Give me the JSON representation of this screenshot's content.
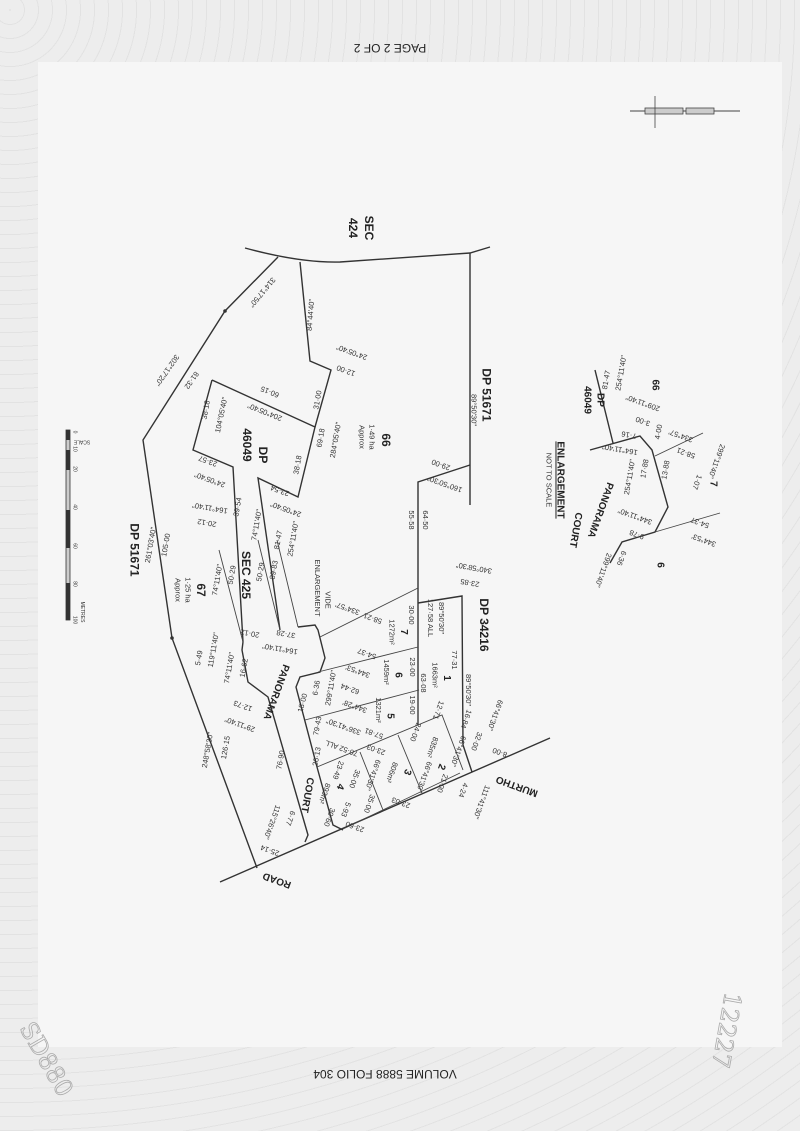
{
  "header": {
    "page": "PAGE 2 OF 2",
    "footer": "VOLUME 5888  FOLIO 304"
  },
  "handwriting": {
    "number": "12227",
    "stamp": "SD880"
  },
  "scale": {
    "title": "SCALE",
    "unit": "METRES",
    "ticks": [
      "0",
      "10",
      "20",
      "40",
      "60",
      "80",
      "100"
    ]
  },
  "labels": {
    "sec424a": "SEC",
    "sec424b": "424",
    "dp51671": "DP 51671",
    "dp51671b": "DP 51671",
    "dp46049a": "DP",
    "dp46049b": "46049",
    "sec425": "SEC 425",
    "dp34216": "DP 34216",
    "lot66": "66",
    "lot66area": "1·49 ha",
    "lot66approx": "Approx",
    "lot67": "67",
    "lot67area": "1·25 ha",
    "lot67approx": "Approx",
    "lot7": "7",
    "lot7area": "1272m²",
    "lot6": "6",
    "lot6area": "1459m²",
    "lot5": "5",
    "lot5area": "1321m²",
    "lot1": "1",
    "lot1area": "1663m²",
    "lot2": "2",
    "lot2area": "835m²",
    "lot3": "3",
    "lot3area": "806m²",
    "lot4": "4",
    "lot4area": "893m²",
    "panorama": "PANORAMA",
    "court": "COURT",
    "road": "ROAD",
    "murtho": "MURTHO",
    "vide": "VIDE",
    "enl": "ENLARGEMENT"
  },
  "dims": [
    "89°50'30\"",
    "60·15",
    "204°05'40\"",
    "104°05'40\"",
    "38·18",
    "84°44'40\"",
    "24°05'40\"",
    "12·00",
    "31·00",
    "284°05'40\"",
    "69·18",
    "38·18",
    "23·57",
    "24°05'40\"",
    "23·54",
    "24°05'40\"",
    "39·54",
    "74°11'40\"",
    "254°11'40\"",
    "81·47",
    "89·83",
    "50·29",
    "50·29",
    "74°11'40\"",
    "164°11'40\"",
    "20·12",
    "105·00",
    "261°03'40\"",
    "302°17'20\"",
    "81·32",
    "314°17'50\"",
    "160°50'30\"",
    "29·00",
    "64·50",
    "55·58",
    "20·12",
    "37·28",
    "164°11'40\"",
    "334°57'",
    "58·21",
    "30·00",
    "89°50'30\"",
    "127·58 ALL",
    "340°58'30\"",
    "23·85",
    "77·31",
    "63·08",
    "89°50'30\"",
    "54·37",
    "344°53'",
    "23·00",
    "299°11'40\"",
    "6·36",
    "18·00",
    "62·44",
    "344°28'",
    "19·00",
    "12·71",
    "57·81",
    "336°41'30\"",
    "70·52 ALL",
    "79·43",
    "26·13",
    "24·00",
    "32·00",
    "66°41'30\"",
    "21·00",
    "66°41'30\"",
    "23·03",
    "66°41'30\"",
    "35·00",
    "23·49",
    "35·00",
    "30·60",
    "5·93",
    "23·60",
    "23·03",
    "66°41'30\"",
    "16·84",
    "8·00",
    "111°41'30\"",
    "4·24",
    "76·90",
    "126·15",
    "248°58'30\"",
    "119°11'40\"",
    "5·49",
    "16·62",
    "74°11'40\"",
    "12·73",
    "29°11'40\"",
    "115°26'40\"",
    "6·77",
    "25·14"
  ],
  "enlargement": {
    "title": "ENLARGEMENT",
    "note": "NOT TO SCALE",
    "lot66": "66",
    "dp": "DP",
    "dp_no": "46049",
    "panorama": "PANORAMA",
    "court": "COURT",
    "lot7": "7",
    "lot6": "6",
    "dims": [
      "254°11'40\"",
      "81·47",
      "209°11'40\"",
      "3·00",
      "4·00",
      "7·16",
      "164°11'40\"",
      "334°57'",
      "58·21",
      "17·88",
      "254°11'40\"",
      "13·88",
      "299°11'40\"",
      "1·07",
      "344°11'40\"",
      "9·78",
      "54·37",
      "344°53'",
      "6·36",
      "299°11'40\""
    ]
  }
}
